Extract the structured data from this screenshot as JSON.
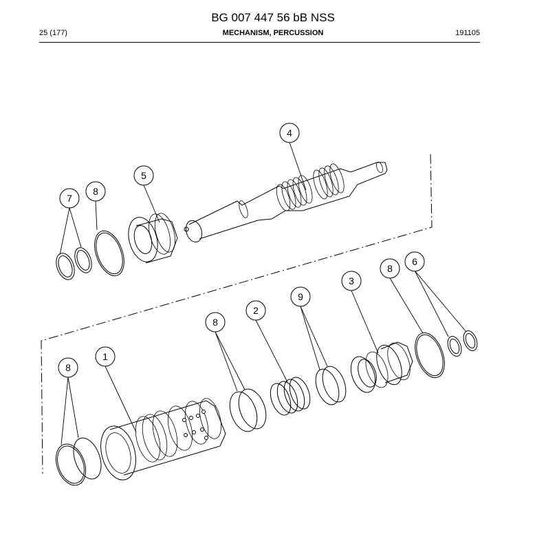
{
  "header": {
    "document_number": "BG 007 447 56 bB NSS",
    "page": "25 (177)",
    "section_title": "MECHANISM, PERCUSSION",
    "date_code": "191105"
  },
  "callouts": [
    "4",
    "5",
    "8",
    "7",
    "6",
    "8",
    "3",
    "9",
    "2",
    "8",
    "1",
    "8"
  ]
}
